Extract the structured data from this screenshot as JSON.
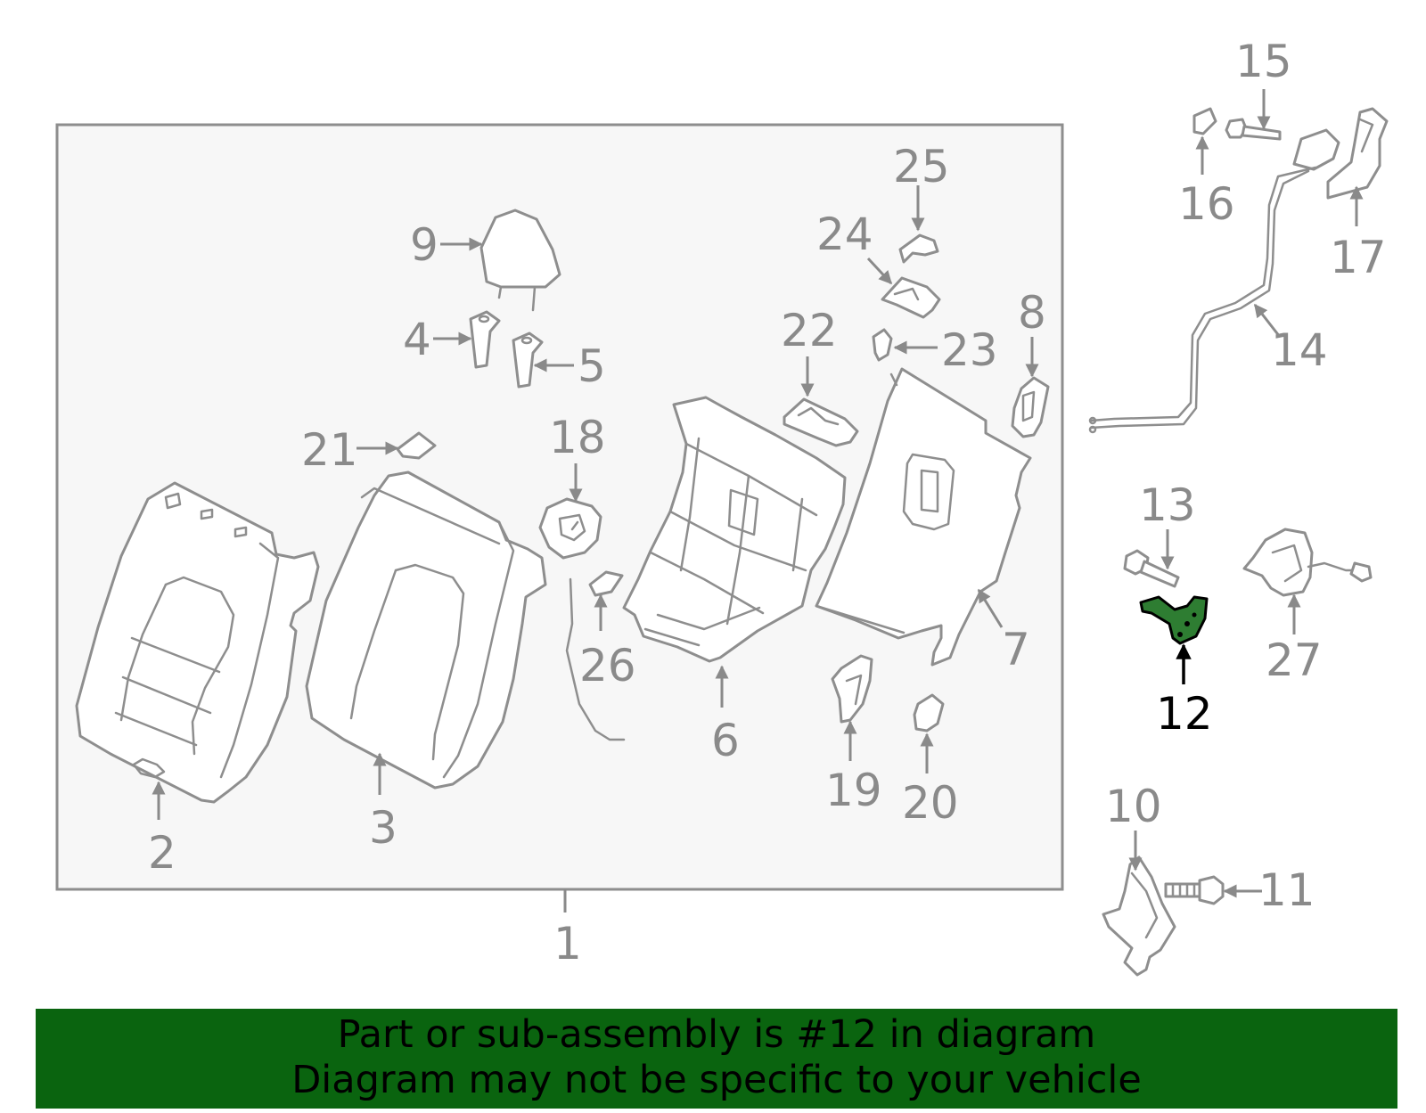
{
  "diagram": {
    "highlighted_part": "12",
    "callouts": [
      "1",
      "2",
      "3",
      "4",
      "5",
      "6",
      "7",
      "8",
      "9",
      "10",
      "11",
      "12",
      "13",
      "14",
      "15",
      "16",
      "17",
      "18",
      "19",
      "20",
      "21",
      "22",
      "23",
      "24",
      "25",
      "26",
      "27"
    ]
  },
  "banner": {
    "line1": "Part or sub-assembly is #12 in diagram",
    "line2": "Diagram may not be specific to your vehicle",
    "background_color": "#0a640f"
  },
  "colors": {
    "line": "#8e8e8e",
    "highlight_fill": "#2e7d32",
    "highlight_label": "#000000",
    "assembly_box": "#f7f7f7"
  }
}
